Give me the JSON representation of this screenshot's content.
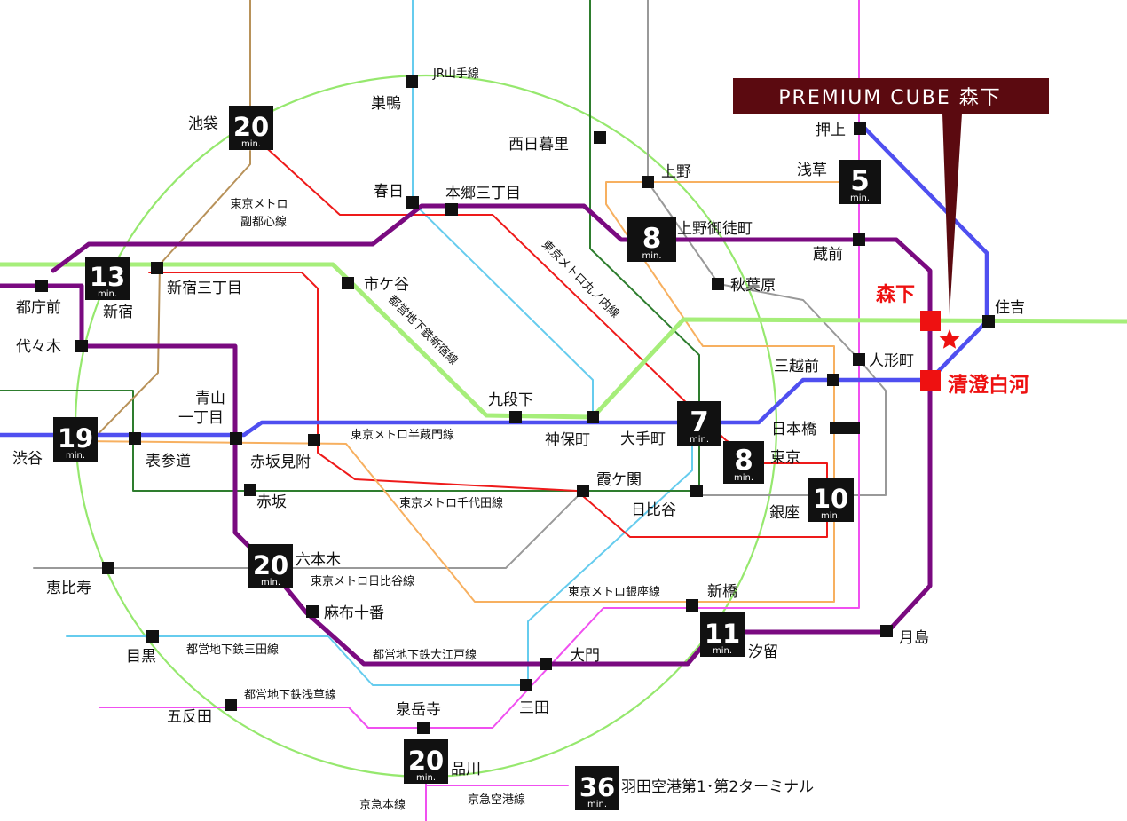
{
  "banner": {
    "text": "PREMIUM CUBE 森下",
    "color": "#5b0a10"
  },
  "target_stations": [
    {
      "name": "森下",
      "color": "#ee1111"
    },
    {
      "name": "清澄白河",
      "color": "#ee1111"
    }
  ],
  "property_marker": {
    "icon": "red-star-icon",
    "color": "#ee1111"
  },
  "colors": {
    "yamanote": "#96e86e",
    "hanzomon": "#4f4ff0",
    "oedo": "#7a0a80",
    "shinjuku": "#a6ee7a",
    "asakusa": "#f050f0",
    "mita": "#66ccee",
    "ginza": "#f7b060",
    "marunouchi": "#ee1a1a",
    "chiyoda": "#2e7d2e",
    "hibiya": "#999999",
    "fukutoshin": "#b8925a"
  },
  "lines": [
    "JR山手線",
    "東京メトロ副都心線",
    "都営地下鉄新宿線",
    "東京メトロ丸ノ内線",
    "東京メトロ半蔵門線",
    "東京メトロ千代田線",
    "東京メトロ日比谷線",
    "東京メトロ銀座線",
    "都営地下鉄大江戸線",
    "都営地下鉄三田線",
    "都営地下鉄浅草線",
    "京急本線",
    "京急空港線"
  ],
  "stations": [
    "巣鴨",
    "西日暮里",
    "春日",
    "本郷三丁目",
    "上野",
    "押上",
    "浅草",
    "上野御徒町",
    "蔵前",
    "森下",
    "住吉",
    "清澄白河",
    "秋葉原",
    "三越前",
    "人形町",
    "日本橋",
    "東京",
    "銀座",
    "大手町",
    "神保町",
    "九段下",
    "市ケ谷",
    "新宿三丁目",
    "都庁前",
    "新宿",
    "代々木",
    "青山",
    "一丁目",
    "表参道",
    "赤坂見附",
    "赤坂",
    "霞ケ関",
    "日比谷",
    "六本木",
    "麻布十番",
    "恵比寿",
    "目黒",
    "五反田",
    "泉岳寺",
    "品川",
    "大門",
    "三田",
    "新橋",
    "汐留",
    "月島",
    "池袋",
    "渋谷"
  ],
  "min_label": "min.",
  "travel_times": [
    {
      "station": "浅草",
      "minutes": "5"
    },
    {
      "station": "上野御徒町",
      "minutes": "8"
    },
    {
      "station": "大手町",
      "minutes": "7"
    },
    {
      "station": "東京",
      "minutes": "8"
    },
    {
      "station": "銀座",
      "minutes": "10"
    },
    {
      "station": "汐留",
      "minutes": "11"
    },
    {
      "station": "池袋",
      "minutes": "20"
    },
    {
      "station": "新宿",
      "minutes": "13"
    },
    {
      "station": "渋谷",
      "minutes": "19"
    },
    {
      "station": "六本木",
      "minutes": "20"
    },
    {
      "station": "品川",
      "minutes": "20"
    },
    {
      "station": "羽田空港第1･第2ターミナル",
      "minutes": "36"
    }
  ]
}
